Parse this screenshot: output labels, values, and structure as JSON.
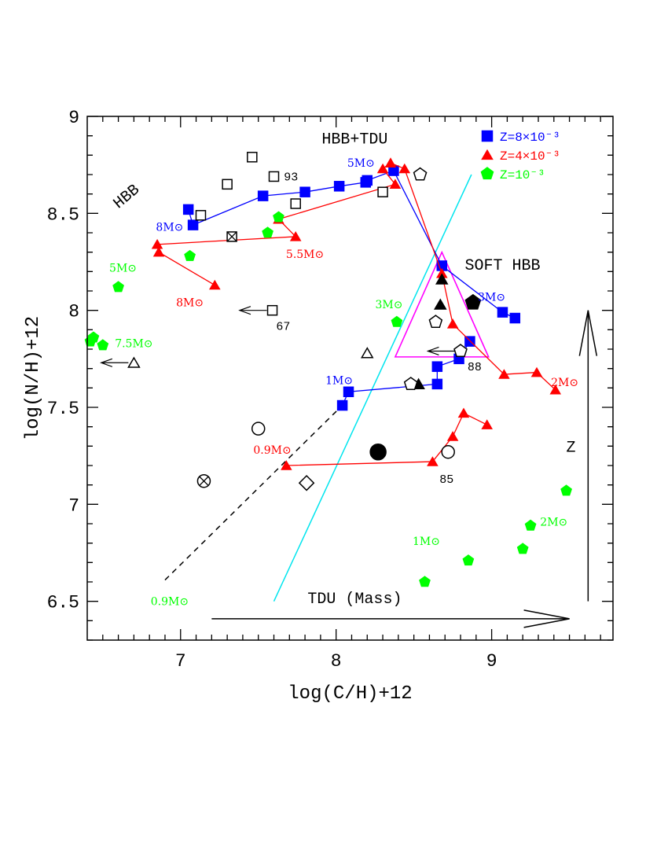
{
  "chart_data": {
    "type": "scatter",
    "title": "",
    "xlabel": "log(C/H)+12",
    "ylabel": "log(N/H)+12",
    "xlim": [
      6.4,
      9.78
    ],
    "ylim": [
      6.3,
      9.0
    ],
    "xticks": [
      7,
      8,
      9
    ],
    "yticks": [
      6.5,
      7,
      7.5,
      8,
      8.5,
      9
    ],
    "xtick_labels": [
      "7",
      "8",
      "9"
    ],
    "ytick_labels": [
      "6.5",
      "7",
      "7.5",
      "8",
      "8.5",
      "9"
    ],
    "legend": {
      "placement": "top-right",
      "entries": [
        {
          "marker": "square",
          "color": "#0000ff",
          "label": "Z=8×10⁻³"
        },
        {
          "marker": "triangle",
          "color": "#ff0000",
          "label": "Z=4×10⁻³"
        },
        {
          "marker": "pentagon",
          "color": "#00ff00",
          "label": "Z=10⁻³"
        }
      ]
    },
    "series": [
      {
        "marker": "square",
        "color": "#0000ff",
        "connected": true,
        "points": [
          [
            7.05,
            8.52
          ],
          [
            7.08,
            8.44
          ],
          [
            7.53,
            8.59
          ],
          [
            7.8,
            8.61
          ],
          [
            8.02,
            8.64
          ],
          [
            8.19,
            8.66
          ],
          [
            8.2,
            8.67
          ],
          [
            8.37,
            8.72
          ],
          [
            8.68,
            8.23
          ],
          [
            9.07,
            7.99
          ],
          [
            9.15,
            7.96
          ]
        ]
      },
      {
        "marker": "square",
        "color": "#0000ff",
        "connected": true,
        "points": [
          [
            8.04,
            7.51
          ],
          [
            8.08,
            7.58
          ],
          [
            8.65,
            7.62
          ],
          [
            8.65,
            7.71
          ],
          [
            8.79,
            7.75
          ],
          [
            8.86,
            7.84
          ]
        ]
      },
      {
        "marker": "triangle",
        "color": "#ff0000",
        "connected": true,
        "points": [
          [
            7.22,
            8.13
          ],
          [
            6.86,
            8.3
          ],
          [
            6.85,
            8.34
          ],
          [
            7.74,
            8.38
          ],
          [
            7.63,
            8.47
          ],
          [
            8.38,
            8.65
          ],
          [
            8.3,
            8.73
          ],
          [
            8.35,
            8.76
          ],
          [
            8.44,
            8.73
          ],
          [
            8.68,
            8.19
          ],
          [
            8.75,
            7.93
          ],
          [
            9.08,
            7.67
          ],
          [
            9.29,
            7.68
          ],
          [
            9.41,
            7.59
          ]
        ]
      },
      {
        "marker": "triangle",
        "color": "#ff0000",
        "connected": true,
        "points": [
          [
            7.68,
            7.2
          ],
          [
            8.62,
            7.22
          ],
          [
            8.75,
            7.35
          ],
          [
            8.82,
            7.47
          ],
          [
            8.97,
            7.41
          ]
        ]
      },
      {
        "marker": "pentagon",
        "color": "#00ff00",
        "connected": false,
        "points": [
          [
            6.42,
            7.84
          ],
          [
            6.44,
            7.86
          ],
          [
            6.5,
            7.82
          ],
          [
            6.6,
            8.12
          ],
          [
            7.06,
            8.28
          ],
          [
            7.56,
            8.4
          ],
          [
            7.63,
            8.48
          ],
          [
            8.39,
            7.94
          ],
          [
            8.57,
            6.6
          ],
          [
            8.85,
            6.71
          ],
          [
            9.2,
            6.77
          ],
          [
            9.25,
            6.89
          ],
          [
            9.48,
            7.07
          ]
        ]
      }
    ],
    "observations": [
      {
        "marker": "open-square",
        "points": [
          [
            7.46,
            8.79
          ],
          [
            7.6,
            8.69
          ],
          [
            7.3,
            8.65
          ],
          [
            7.13,
            8.49
          ],
          [
            7.74,
            8.55
          ],
          [
            8.3,
            8.61
          ],
          [
            7.59,
            8.0
          ]
        ]
      },
      {
        "marker": "crossed-square",
        "points": [
          [
            7.33,
            8.38
          ]
        ]
      },
      {
        "marker": "open-triangle",
        "points": [
          [
            6.7,
            7.73
          ],
          [
            8.2,
            7.78
          ]
        ]
      },
      {
        "marker": "filled-triangle",
        "points": [
          [
            8.53,
            7.62
          ],
          [
            8.67,
            8.03
          ],
          [
            8.68,
            8.16
          ]
        ]
      },
      {
        "marker": "open-pentagon",
        "points": [
          [
            8.54,
            8.7
          ],
          [
            8.64,
            7.94
          ],
          [
            8.48,
            7.62
          ],
          [
            8.8,
            7.79
          ]
        ]
      },
      {
        "marker": "filled-pentagon",
        "points": [
          [
            8.88,
            8.04
          ]
        ]
      },
      {
        "marker": "open-circle",
        "points": [
          [
            7.5,
            7.39
          ],
          [
            8.72,
            7.27
          ]
        ]
      },
      {
        "marker": "filled-circle",
        "points": [
          [
            8.27,
            7.27
          ]
        ]
      },
      {
        "marker": "crossed-circle",
        "points": [
          [
            7.15,
            7.12
          ]
        ]
      },
      {
        "marker": "open-diamond",
        "points": [
          [
            7.81,
            7.11
          ]
        ]
      }
    ],
    "left_arrows": [
      {
        "from": [
          7.59,
          8.0
        ],
        "to": [
          7.38,
          8.0
        ]
      },
      {
        "from": [
          6.7,
          7.73
        ],
        "to": [
          6.49,
          7.73
        ]
      },
      {
        "from": [
          8.8,
          7.79
        ],
        "to": [
          8.59,
          7.79
        ]
      }
    ],
    "dashed_line": [
      [
        6.9,
        6.61
      ],
      [
        8.04,
        7.51
      ]
    ],
    "cyan_line": [
      [
        7.6,
        6.5
      ],
      [
        8.87,
        8.7
      ]
    ],
    "magenta_triangle": [
      [
        8.38,
        7.76
      ],
      [
        8.68,
        8.3
      ],
      [
        8.98,
        7.76
      ]
    ],
    "mass_labels": [
      {
        "text": "5M⊙",
        "color": "#0000ff",
        "at": [
          8.16,
          8.74
        ]
      },
      {
        "text": "8M⊙",
        "color": "#0000ff",
        "at": [
          6.93,
          8.41
        ]
      },
      {
        "text": "3M⊙",
        "color": "#0000ff",
        "at": [
          9.0,
          8.05
        ]
      },
      {
        "text": "1M⊙",
        "color": "#0000ff",
        "at": [
          8.02,
          7.62
        ]
      },
      {
        "text": "5.5M⊙",
        "color": "#ff0000",
        "at": [
          7.8,
          8.27
        ]
      },
      {
        "text": "8M⊙",
        "color": "#ff0000",
        "at": [
          7.06,
          8.02
        ]
      },
      {
        "text": "2M⊙",
        "color": "#ff0000",
        "at": [
          9.47,
          7.61
        ]
      },
      {
        "text": "0.9M⊙",
        "color": "#ff0000",
        "at": [
          7.59,
          7.26
        ]
      },
      {
        "text": "5M⊙",
        "color": "#00ff00",
        "at": [
          6.63,
          8.2
        ]
      },
      {
        "text": "7.5M⊙",
        "color": "#00ff00",
        "at": [
          6.7,
          7.81
        ]
      },
      {
        "text": "3M⊙",
        "color": "#00ff00",
        "at": [
          8.34,
          8.01
        ]
      },
      {
        "text": "1M⊙",
        "color": "#00ff00",
        "at": [
          8.58,
          6.79
        ]
      },
      {
        "text": "2M⊙",
        "color": "#00ff00",
        "at": [
          9.4,
          6.89
        ]
      },
      {
        "text": "0.9M⊙",
        "color": "#00ff00",
        "at": [
          6.93,
          6.48
        ]
      }
    ],
    "id_labels": [
      {
        "text": "93",
        "at": [
          7.71,
          8.67
        ]
      },
      {
        "text": "67",
        "at": [
          7.66,
          7.9
        ]
      },
      {
        "text": "88",
        "at": [
          8.89,
          7.69
        ]
      },
      {
        "text": "85",
        "at": [
          8.71,
          7.11
        ]
      }
    ],
    "region_labels": [
      {
        "text": "HBB+TDU",
        "at": [
          8.12,
          8.86
        ],
        "rotate": 0
      },
      {
        "text": "HBB",
        "at": [
          6.67,
          8.57
        ],
        "rotate": -40
      },
      {
        "text": "SOFT HBB",
        "at": [
          9.07,
          8.21
        ],
        "rotate": 0
      },
      {
        "text": "TDU (Mass)",
        "at": [
          8.12,
          6.49
        ],
        "rotate": 0
      },
      {
        "text": "Z",
        "at": [
          9.51,
          7.27
        ],
        "rotate": 0
      }
    ],
    "tdu_arrow": {
      "from": [
        7.2,
        6.41
      ],
      "to": [
        9.5,
        6.41
      ]
    },
    "z_arrow": {
      "from": [
        9.62,
        6.5
      ],
      "to": [
        9.62,
        8.0
      ]
    }
  }
}
